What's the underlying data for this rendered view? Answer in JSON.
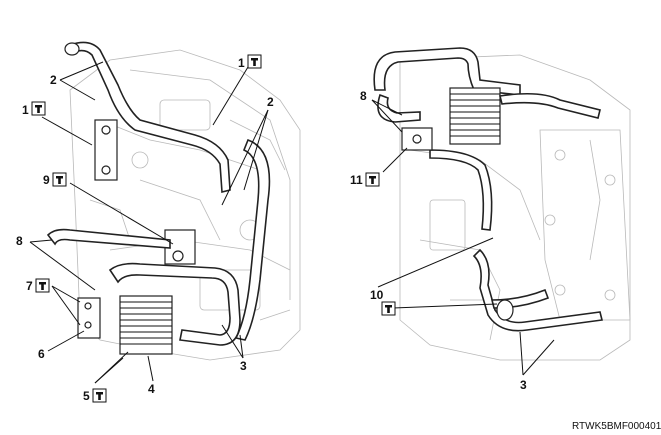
{
  "callouts": {
    "c1a": "1",
    "c1b": "1",
    "c2a": "2",
    "c2b": "2",
    "c3a": "3",
    "c4": "4",
    "c5": "5",
    "c6": "6",
    "c7": "7",
    "c8a": "8",
    "c9": "9",
    "c8b": "8",
    "c11": "11",
    "c10": "10",
    "c3b": "3"
  },
  "torque_icon": "torque-tighten-icon",
  "figure_code": "RTWK5BMF000401"
}
